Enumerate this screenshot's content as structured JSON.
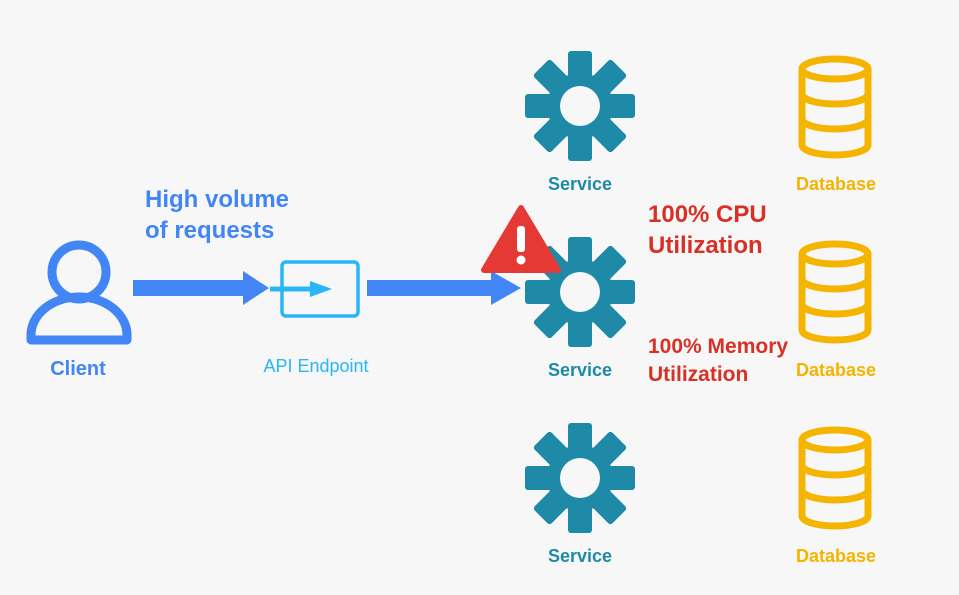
{
  "client": {
    "label": "Client",
    "icon": "user-icon"
  },
  "request_note": {
    "line1": "High volume",
    "line2": "of requests"
  },
  "api": {
    "label": "API Endpoint",
    "icon": "api-endpoint-icon"
  },
  "services": [
    {
      "label": "Service",
      "icon": "gear-icon"
    },
    {
      "label": "Service",
      "icon": "gear-icon"
    },
    {
      "label": "Service",
      "icon": "gear-icon"
    }
  ],
  "databases": [
    {
      "label": "Database",
      "icon": "database-icon"
    },
    {
      "label": "Database",
      "icon": "database-icon"
    },
    {
      "label": "Database",
      "icon": "database-icon"
    }
  ],
  "alerts": {
    "cpu_line1": "100% CPU",
    "cpu_line2": "Utilization",
    "mem_line1": "100% Memory",
    "mem_line2": "Utilization",
    "icon": "warning-icon"
  },
  "colors": {
    "client_blue": "#4285f4",
    "api_cyan": "#29b6f6",
    "service_teal": "#1e8aa8",
    "database_yellow": "#f4b400",
    "alert_red": "#d93025",
    "warning_red": "#e53935"
  }
}
